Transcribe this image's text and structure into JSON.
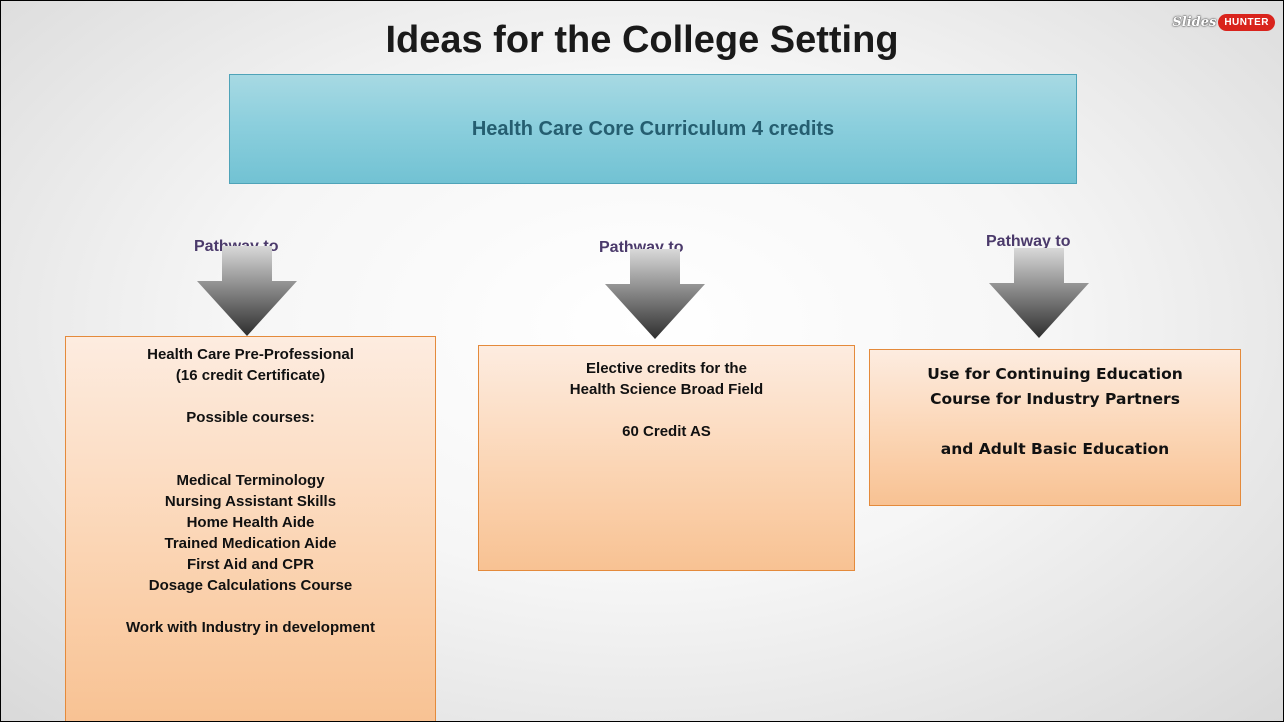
{
  "title": "Ideas for the College Setting",
  "logo": {
    "script": "Slides",
    "badge": "HUNTER"
  },
  "core": {
    "text": "Health Care Core Curriculum 4 credits"
  },
  "pathways": [
    {
      "label": "Pathway to"
    },
    {
      "label": "Pathway to"
    },
    {
      "label": "Pathway to"
    }
  ],
  "boxes": [
    {
      "lines": [
        "Health Care Pre-Professional",
        "(16 credit Certificate)",
        "",
        "Possible courses:",
        "",
        "",
        "Medical Terminology",
        "Nursing Assistant Skills",
        "Home Health Aide",
        "Trained Medication Aide",
        "First Aid and CPR",
        "Dosage Calculations Course",
        "",
        "Work with Industry in development"
      ]
    },
    {
      "lines": [
        "Elective credits for the",
        "Health Science Broad Field",
        "",
        "60 Credit AS"
      ]
    },
    {
      "lines": [
        "Use for Continuing Education",
        "Course for Industry Partners",
        "",
        "and Adult Basic Education"
      ]
    }
  ],
  "colors": {
    "core_fill": "#8ccfdd",
    "core_text": "#255e70",
    "pathway_text": "#4b3a6b",
    "box_fill": "#fbd5b4",
    "box_border": "#e48a3b",
    "arrow_dark": "#333333"
  },
  "icons": {
    "arrow": "down-arrow-icon"
  }
}
